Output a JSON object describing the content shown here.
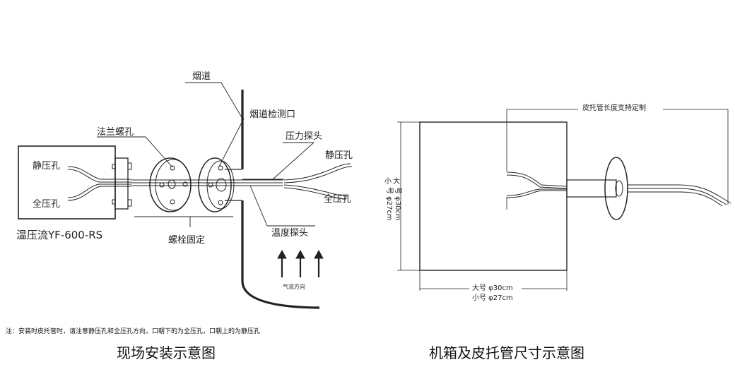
{
  "left": {
    "labels": {
      "flue": "烟道",
      "flue_port": "烟道检测口",
      "flange_hole": "法兰螺孔",
      "pressure_probe": "压力探头",
      "static_right": "静压孔",
      "total_right": "全压孔",
      "temp_probe": "温度探头",
      "bolt_fix": "螺栓固定",
      "static_left": "静压孔",
      "total_left": "全压孔",
      "model": "温压流YF-600-RS",
      "airflow": "气流方向"
    },
    "note": "注：安装时皮托管时，请注意静压孔和全压孔方向，口朝下的为全压孔，口朝上的为静压孔",
    "caption": "现场安装示意图"
  },
  "right": {
    "labels": {
      "pitot_length": "皮托管长度支持定制",
      "big_h": "大号 φ30cm",
      "small_h": "小号 φ27cm",
      "big_v_prefix": "大",
      "big_v_rest": "号 φ30cm",
      "small_v_prefix": "小",
      "small_v_rest": "号 φ27cm"
    },
    "caption": "机箱及皮托管尺寸示意图"
  },
  "icons": [
    "arrow-up-icon",
    "arrow-up-icon",
    "arrow-up-icon"
  ]
}
